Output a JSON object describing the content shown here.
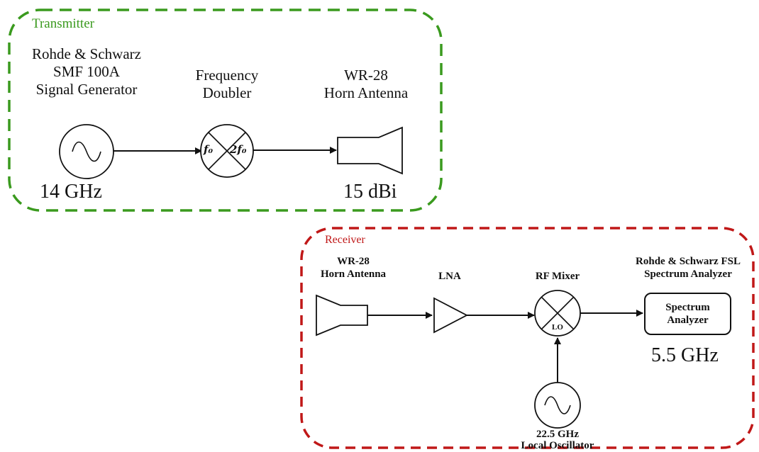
{
  "transmitter": {
    "title": "Transmitter",
    "signal_generator_label": [
      "Rohde & Schwarz",
      "SMF 100A",
      "Signal Generator"
    ],
    "doubler_label": [
      "Frequency",
      "Doubler"
    ],
    "horn_label": [
      "WR-28",
      "Horn Antenna"
    ],
    "frequency": "14 GHz",
    "gain": "15 dBi",
    "doubler_input": "f₀",
    "doubler_output": "2f₀"
  },
  "receiver": {
    "title": "Receiver",
    "horn_label": [
      "WR-28",
      "Horn Antenna"
    ],
    "lna_label": "LNA",
    "mixer_label": "RF Mixer",
    "mixer_lo": "LO",
    "analyzer_label": [
      "Rohde & Schwarz FSL",
      "Spectrum Analyzer"
    ],
    "analyzer_box": [
      "Spectrum",
      "Analyzer"
    ],
    "if_frequency": "5.5 GHz",
    "lo_label": [
      "22.5 GHz",
      "Local Oscillator"
    ]
  },
  "colors": {
    "transmitter": "#3a9a1e",
    "receiver": "#c01818",
    "line": "#111111"
  }
}
